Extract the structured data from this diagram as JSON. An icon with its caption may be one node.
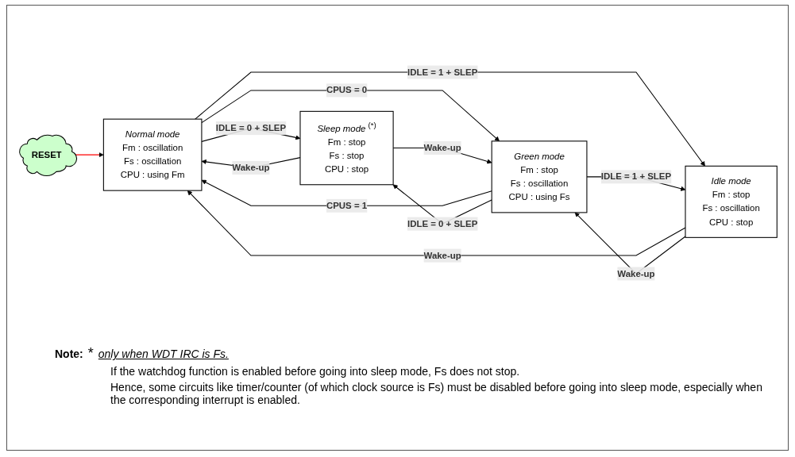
{
  "diagram": {
    "nodes": [
      {
        "text": [
          "Normal mode",
          "Fm : oscillation",
          "Fs : oscillation",
          "CPU : using Fm"
        ]
      },
      {
        "text": [
          "RESET"
        ]
      },
      {
        "text": [
          "Sleep mode",
          "(*)",
          "Fm : stop",
          "Fs : stop",
          "CPU : stop"
        ]
      },
      {
        "text": [
          "Green mode",
          "Fm : stop",
          "Fs : oscillation",
          "CPU : using Fs"
        ]
      },
      {
        "text": [
          "Idle mode",
          "Fm : stop",
          "Fs : oscillation",
          "CPU : stop"
        ]
      }
    ],
    "edges": [
      {
        "from": 1,
        "to": 0,
        "arrow": "to",
        "color": "#ff0000"
      },
      {
        "from": 2,
        "to": 0,
        "arrow": "to",
        "label": "Wake-up"
      },
      {
        "from": 0,
        "to": 2,
        "arrow": "to",
        "label": "IDLE = 0 + SLEP"
      },
      {
        "from": 3,
        "to": 0,
        "arrow": "to",
        "label": "CPUS = 1"
      },
      {
        "from": 0,
        "to": 3,
        "arrow": "to",
        "label": "CPUS = 0"
      },
      {
        "from": 0,
        "to": 4,
        "arrow": "to",
        "label": "IDLE = 1 + SLEP"
      },
      {
        "from": 4,
        "to": 0,
        "arrow": "to",
        "label": "Wake-up"
      },
      {
        "from": 2,
        "to": 3,
        "arrow": "to",
        "label": "Wake-up"
      },
      {
        "from": 3,
        "to": 2,
        "arrow": "to",
        "label": "IDLE = 0 + SLEP"
      },
      {
        "from": 3,
        "to": 4,
        "arrow": "to",
        "label": "IDLE = 1 + SLEP"
      },
      {
        "from": 4,
        "to": 3,
        "arrow": "to",
        "label": "Wake-up"
      }
    ],
    "labels": [
      "Note:",
      "*",
      "only when WDT IRC is Fs.",
      "If the watchdog function is enabled before going into sleep mode, Fs does not stop.",
      "Hence, some circuits like timer/counter (of which clock source is Fs) must be disabled before going into sleep mode, especially when the corresponding interrupt is enabled."
    ]
  }
}
